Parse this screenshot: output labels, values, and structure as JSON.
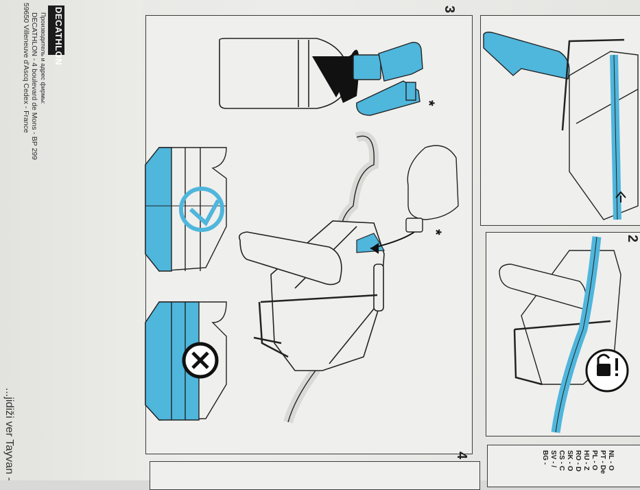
{
  "brand": {
    "logo_text": "DECATHLON",
    "lines": [
      "Производитель и адрес фирмы:",
      "DECATHLON - 4 boulevard de Mons - BP 299",
      "59650 Villeneuve d'Ascq Cedex - France"
    ]
  },
  "steps": {
    "step3": "3",
    "step2": "2",
    "step4": "4"
  },
  "markers": {
    "asterisk": "*"
  },
  "bottom_text": "...jidiži ver Tayvan -",
  "language_codes": [
    "NL - O",
    "PT - De",
    "PL - O",
    "HU - Z",
    "RO - D",
    "SK - O",
    "CS - C",
    "SV - /",
    "BG -"
  ],
  "colors": {
    "accent_blue": "#4fb6dc",
    "ink": "#1e1e1e",
    "paper": "#ececea"
  },
  "icons": [
    "bottle-icon",
    "spray-nozzle-icon",
    "rotate-arrow-icon",
    "chain-icon",
    "clean-check-icon",
    "dirty-cross-icon",
    "lock-warning-icon"
  ]
}
